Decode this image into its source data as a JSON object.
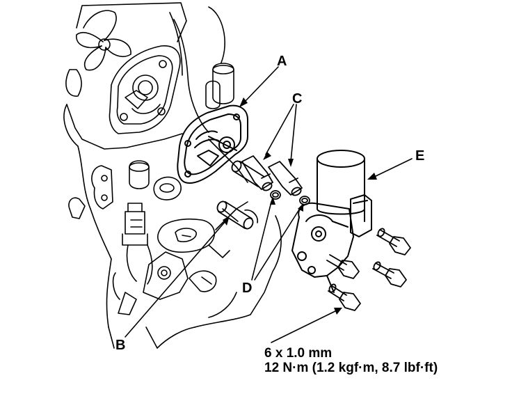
{
  "labels": {
    "a": "A",
    "b": "B",
    "c": "C",
    "d": "D",
    "e": "E"
  },
  "spec": {
    "size": "6 x 1.0 mm",
    "torque": "12 N·m (1.2 kgf·m, 8.7 lbf·ft)"
  }
}
